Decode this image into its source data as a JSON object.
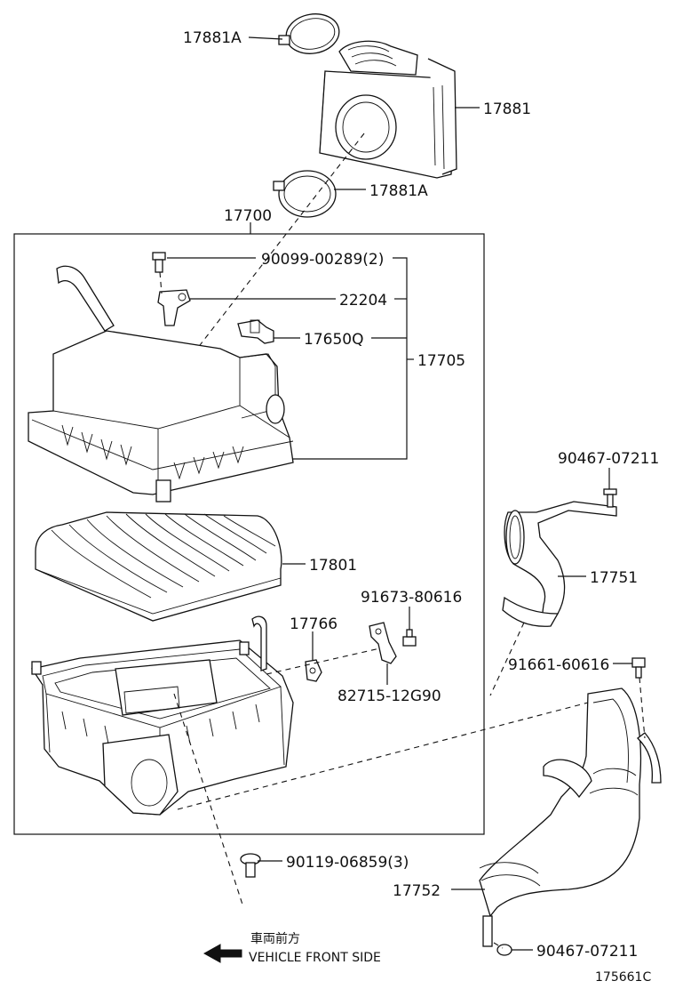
{
  "labels": {
    "p17881a_top": "17881A",
    "p17881": "17881",
    "p17881a_bot": "17881A",
    "p17700": "17700",
    "p90099": "90099-00289(2)",
    "p22204": "22204",
    "p17650q": "17650Q",
    "p17705": "17705",
    "p90467_a": "90467-07211",
    "p17801": "17801",
    "p17751": "17751",
    "p91673": "91673-80616",
    "p17766": "17766",
    "p82715": "82715-12G90",
    "p91661": "91661-60616",
    "p90119": "90119-06859(3)",
    "p17752": "17752",
    "p90467_b": "90467-07211"
  },
  "front_note": {
    "jp": "車両前方",
    "en": "VEHICLE FRONT SIDE"
  },
  "diagram_id": "175661C"
}
